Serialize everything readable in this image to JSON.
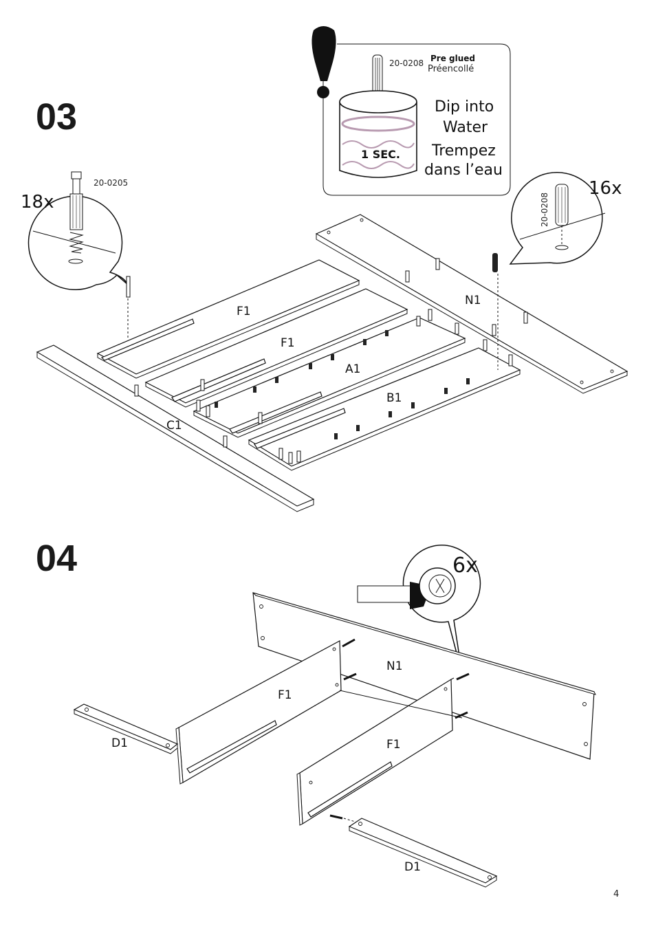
{
  "steps": {
    "s03": "03",
    "s04": "04"
  },
  "step03": {
    "cam_bolt": {
      "qty": "18x",
      "code": "20-0205"
    },
    "dowel": {
      "qty": "16x",
      "code": "20-0208"
    },
    "note": {
      "code": "20-0208",
      "pre_glued_en": "Pre glued",
      "pre_glued_fr": "Préencollé",
      "time": "1 SEC.",
      "dip_line1": "Dip into",
      "dip_line2": "Water",
      "fr_line1": "Trempez",
      "fr_line2": "dans l’eau"
    },
    "parts": {
      "f1_a": "F1",
      "f1_b": "F1",
      "a1": "A1",
      "b1": "B1",
      "c1": "C1",
      "n1": "N1"
    }
  },
  "step04": {
    "cam_lock": {
      "qty": "6x"
    },
    "parts": {
      "n1": "N1",
      "f1_left": "F1",
      "f1_right": "F1",
      "d1_left": "D1",
      "d1_right": "D1"
    }
  },
  "page_number": "4",
  "colors": {
    "line": "#111111",
    "water_rings": "#b89ab0"
  }
}
